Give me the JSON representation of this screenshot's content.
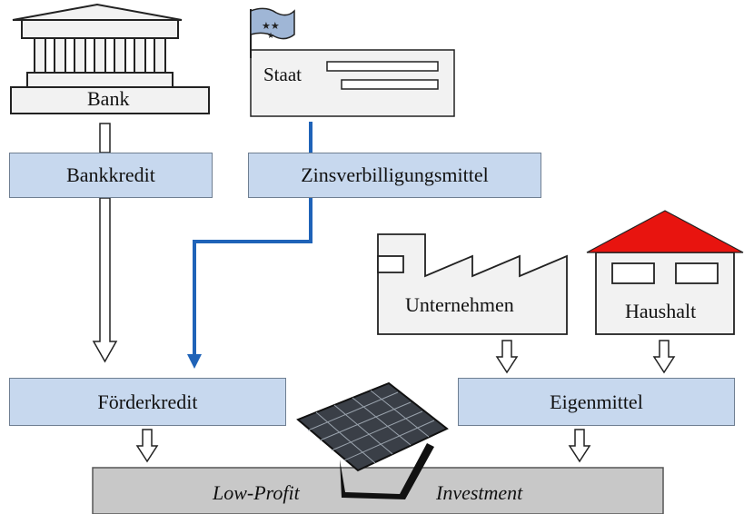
{
  "nodes": {
    "bank": {
      "label": "Bank"
    },
    "staat": {
      "label": "Staat"
    },
    "unternehmen": {
      "label": "Unternehmen"
    },
    "haushalt": {
      "label": "Haushalt"
    }
  },
  "boxes": {
    "bankkredit": "Bankkredit",
    "zinsverbilligung": "Zinsverbilligungsmittel",
    "foerderkredit": "Förderkredit",
    "eigenmittel": "Eigenmittel"
  },
  "investment": {
    "left": "Low-Profit",
    "right": "Investment"
  },
  "colors": {
    "box_fill": "#c7d8ee",
    "blue_line": "#1f63b8",
    "roof": "#e8140f",
    "investment_bar": "#c8c8c8"
  }
}
